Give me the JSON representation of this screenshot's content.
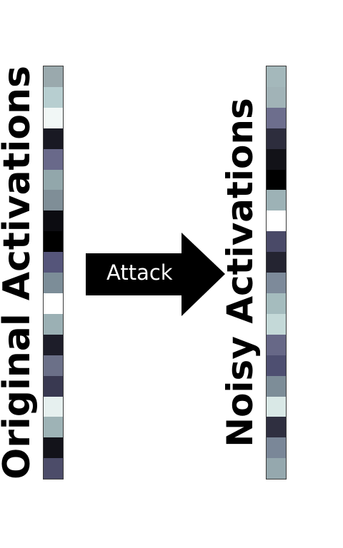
{
  "labels": {
    "original": "Original Activations",
    "noisy": "Noisy Activations",
    "attack": "Attack"
  },
  "colors": {
    "arrow": "#000000",
    "arrow_text": "#ffffff",
    "original_cells": [
      "#9aa9ad",
      "#b7ced0",
      "#f1f7f6",
      "#191923",
      "#69698a",
      "#92a7ab",
      "#7f8e97",
      "#0c0c11",
      "#000000",
      "#55557a",
      "#7c8d98",
      "#ffffff",
      "#9bb0b4",
      "#1d1d29",
      "#6b7088",
      "#393951",
      "#e6f0ef",
      "#9eb3b6",
      "#13131a",
      "#4c4c69"
    ],
    "noisy_cells": [
      "#a4b8bb",
      "#a1b3b7",
      "#6d6e8d",
      "#2d2d3d",
      "#121218",
      "#000000",
      "#9db2b6",
      "#ffffff",
      "#4a4a68",
      "#242431",
      "#7d8a9a",
      "#a5bcbe",
      "#c4d9d8",
      "#676887",
      "#4e4f71",
      "#7d8d98",
      "#d9e8e6",
      "#2f2f40",
      "#7a8798",
      "#95a8ae"
    ]
  }
}
